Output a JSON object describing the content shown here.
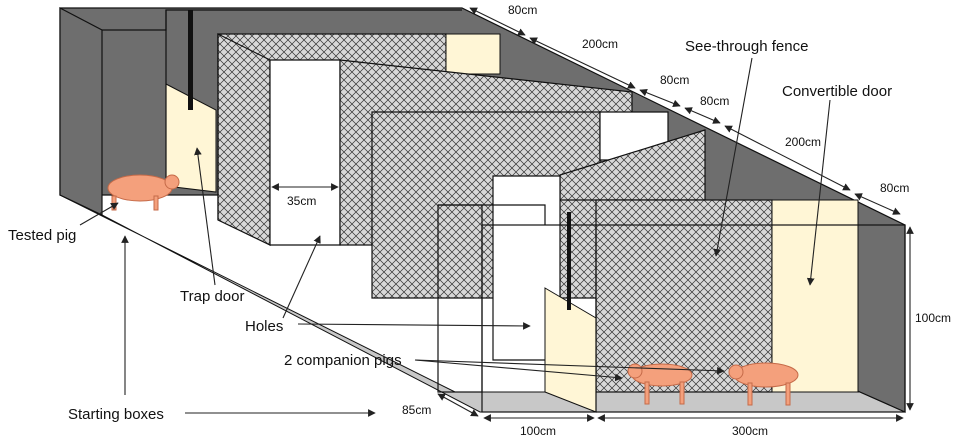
{
  "labels": {
    "tested_pig": "Tested pig",
    "trap_door": "Trap door",
    "holes": "Holes",
    "starting_boxes": "Starting boxes",
    "companion_pigs": "2 companion pigs",
    "see_through_fence": "See-through fence",
    "convertible_door": "Convertible door"
  },
  "dimensions": {
    "top_80_a": "80cm",
    "top_200_a": "200cm",
    "top_80_b": "80cm",
    "top_80_c": "80cm",
    "top_200_b": "200cm",
    "top_80_d": "80cm",
    "hole_width": "35cm",
    "height": "100cm",
    "depth": "85cm",
    "bottom_100": "100cm",
    "bottom_300": "300cm"
  },
  "colors": {
    "wall": "#6e6e6e",
    "floor": "#c8c8c8",
    "door": "#fff6d6",
    "pig": "#f4a07c"
  }
}
